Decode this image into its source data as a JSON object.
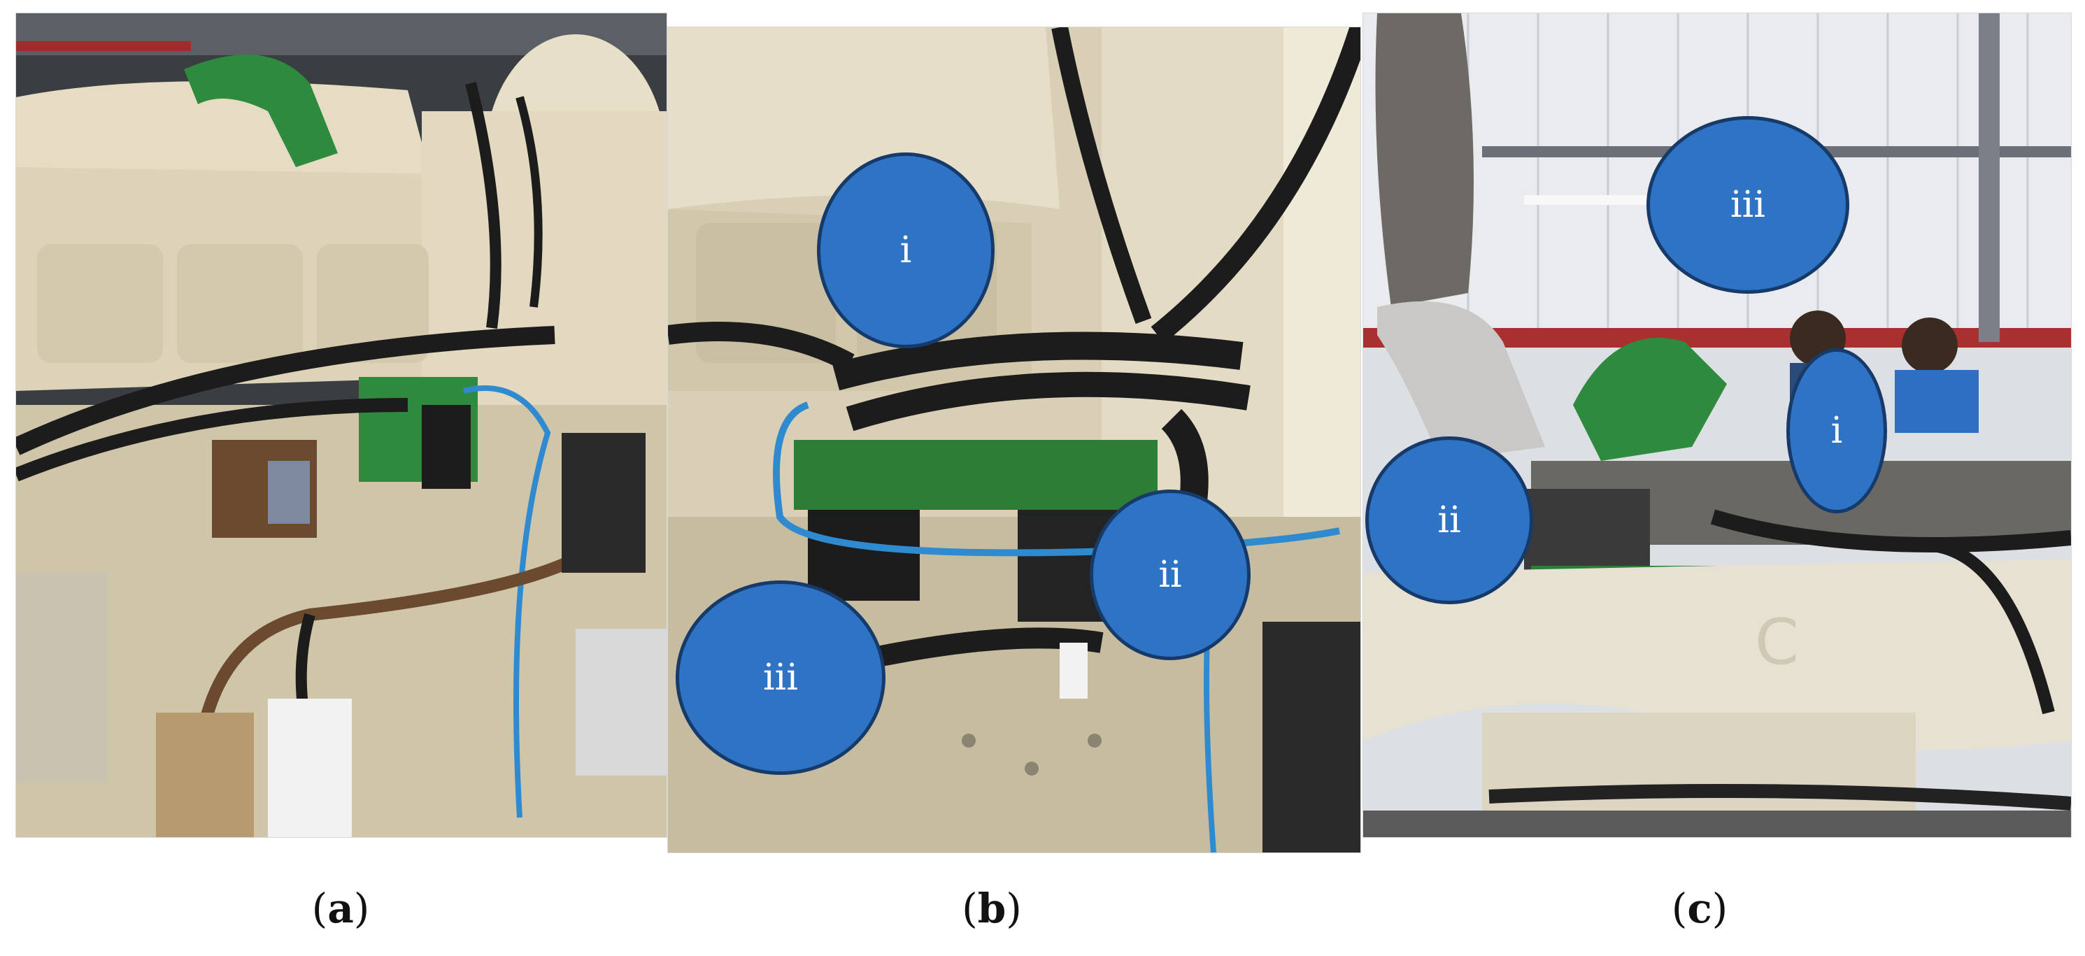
{
  "panels": [
    {
      "id": "a",
      "caption_letter": "a",
      "markers": []
    },
    {
      "id": "b",
      "caption_letter": "b",
      "markers": [
        {
          "id": "i",
          "label": "i"
        },
        {
          "id": "ii",
          "label": "ii"
        },
        {
          "id": "iii",
          "label": "iii"
        }
      ]
    },
    {
      "id": "c",
      "caption_letter": "c",
      "markers": [
        {
          "id": "i",
          "label": "i"
        },
        {
          "id": "ii",
          "label": "ii"
        },
        {
          "id": "iii",
          "label": "iii"
        }
      ]
    }
  ],
  "colors": {
    "marker_fill": "#2f73c5",
    "marker_border": "#163a6a",
    "engine_cream": "#e9e2cf",
    "bracket_green": "#2e8a3c",
    "hose_black": "#1c1c1c",
    "wire_blue": "#2f8ad0"
  }
}
